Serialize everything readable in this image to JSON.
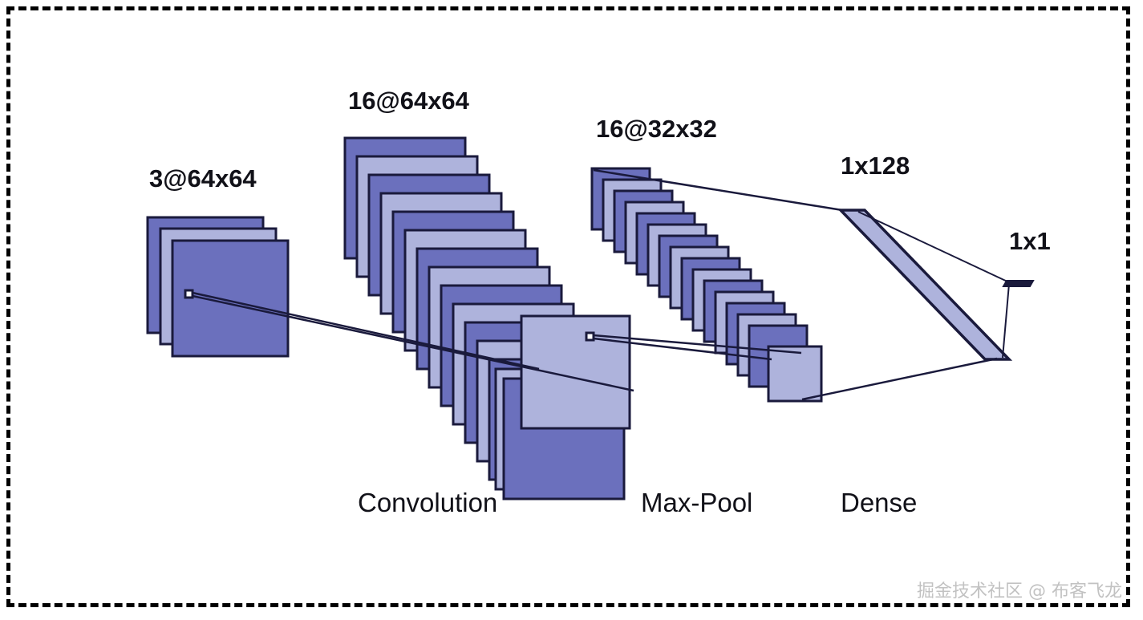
{
  "figure": {
    "type": "neural-network-architecture-diagram",
    "border_style": "dashed",
    "border_color": "#000000",
    "background": "#ffffff"
  },
  "colors": {
    "dark_blue": "#6b70bd",
    "light_blue": "#aeb3dc",
    "outline": "#1a1a3c",
    "text": "#111118",
    "watermark": "#c2c2c2"
  },
  "labels": {
    "input": "3@64x64",
    "conv": "16@64x64",
    "pool": "16@32x32",
    "dense": "1x128",
    "output": "1x1"
  },
  "stages": {
    "convolution": "Convolution",
    "maxpool": "Max-Pool",
    "dense": "Dense"
  },
  "layers": [
    {
      "name": "input",
      "label": "3@64x64",
      "channels": 3,
      "width": 64,
      "height": 64,
      "stack_count": 3
    },
    {
      "name": "convolution",
      "label": "16@64x64",
      "channels": 16,
      "width": 64,
      "height": 64,
      "stack_count": 16
    },
    {
      "name": "maxpool",
      "label": "16@32x32",
      "channels": 16,
      "width": 32,
      "height": 32,
      "stack_count": 16
    },
    {
      "name": "dense",
      "label": "1x128",
      "units": 128
    },
    {
      "name": "output",
      "label": "1x1",
      "units": 1
    }
  ],
  "watermark": {
    "text": "掘金技术社区 @ 布客飞龙"
  }
}
